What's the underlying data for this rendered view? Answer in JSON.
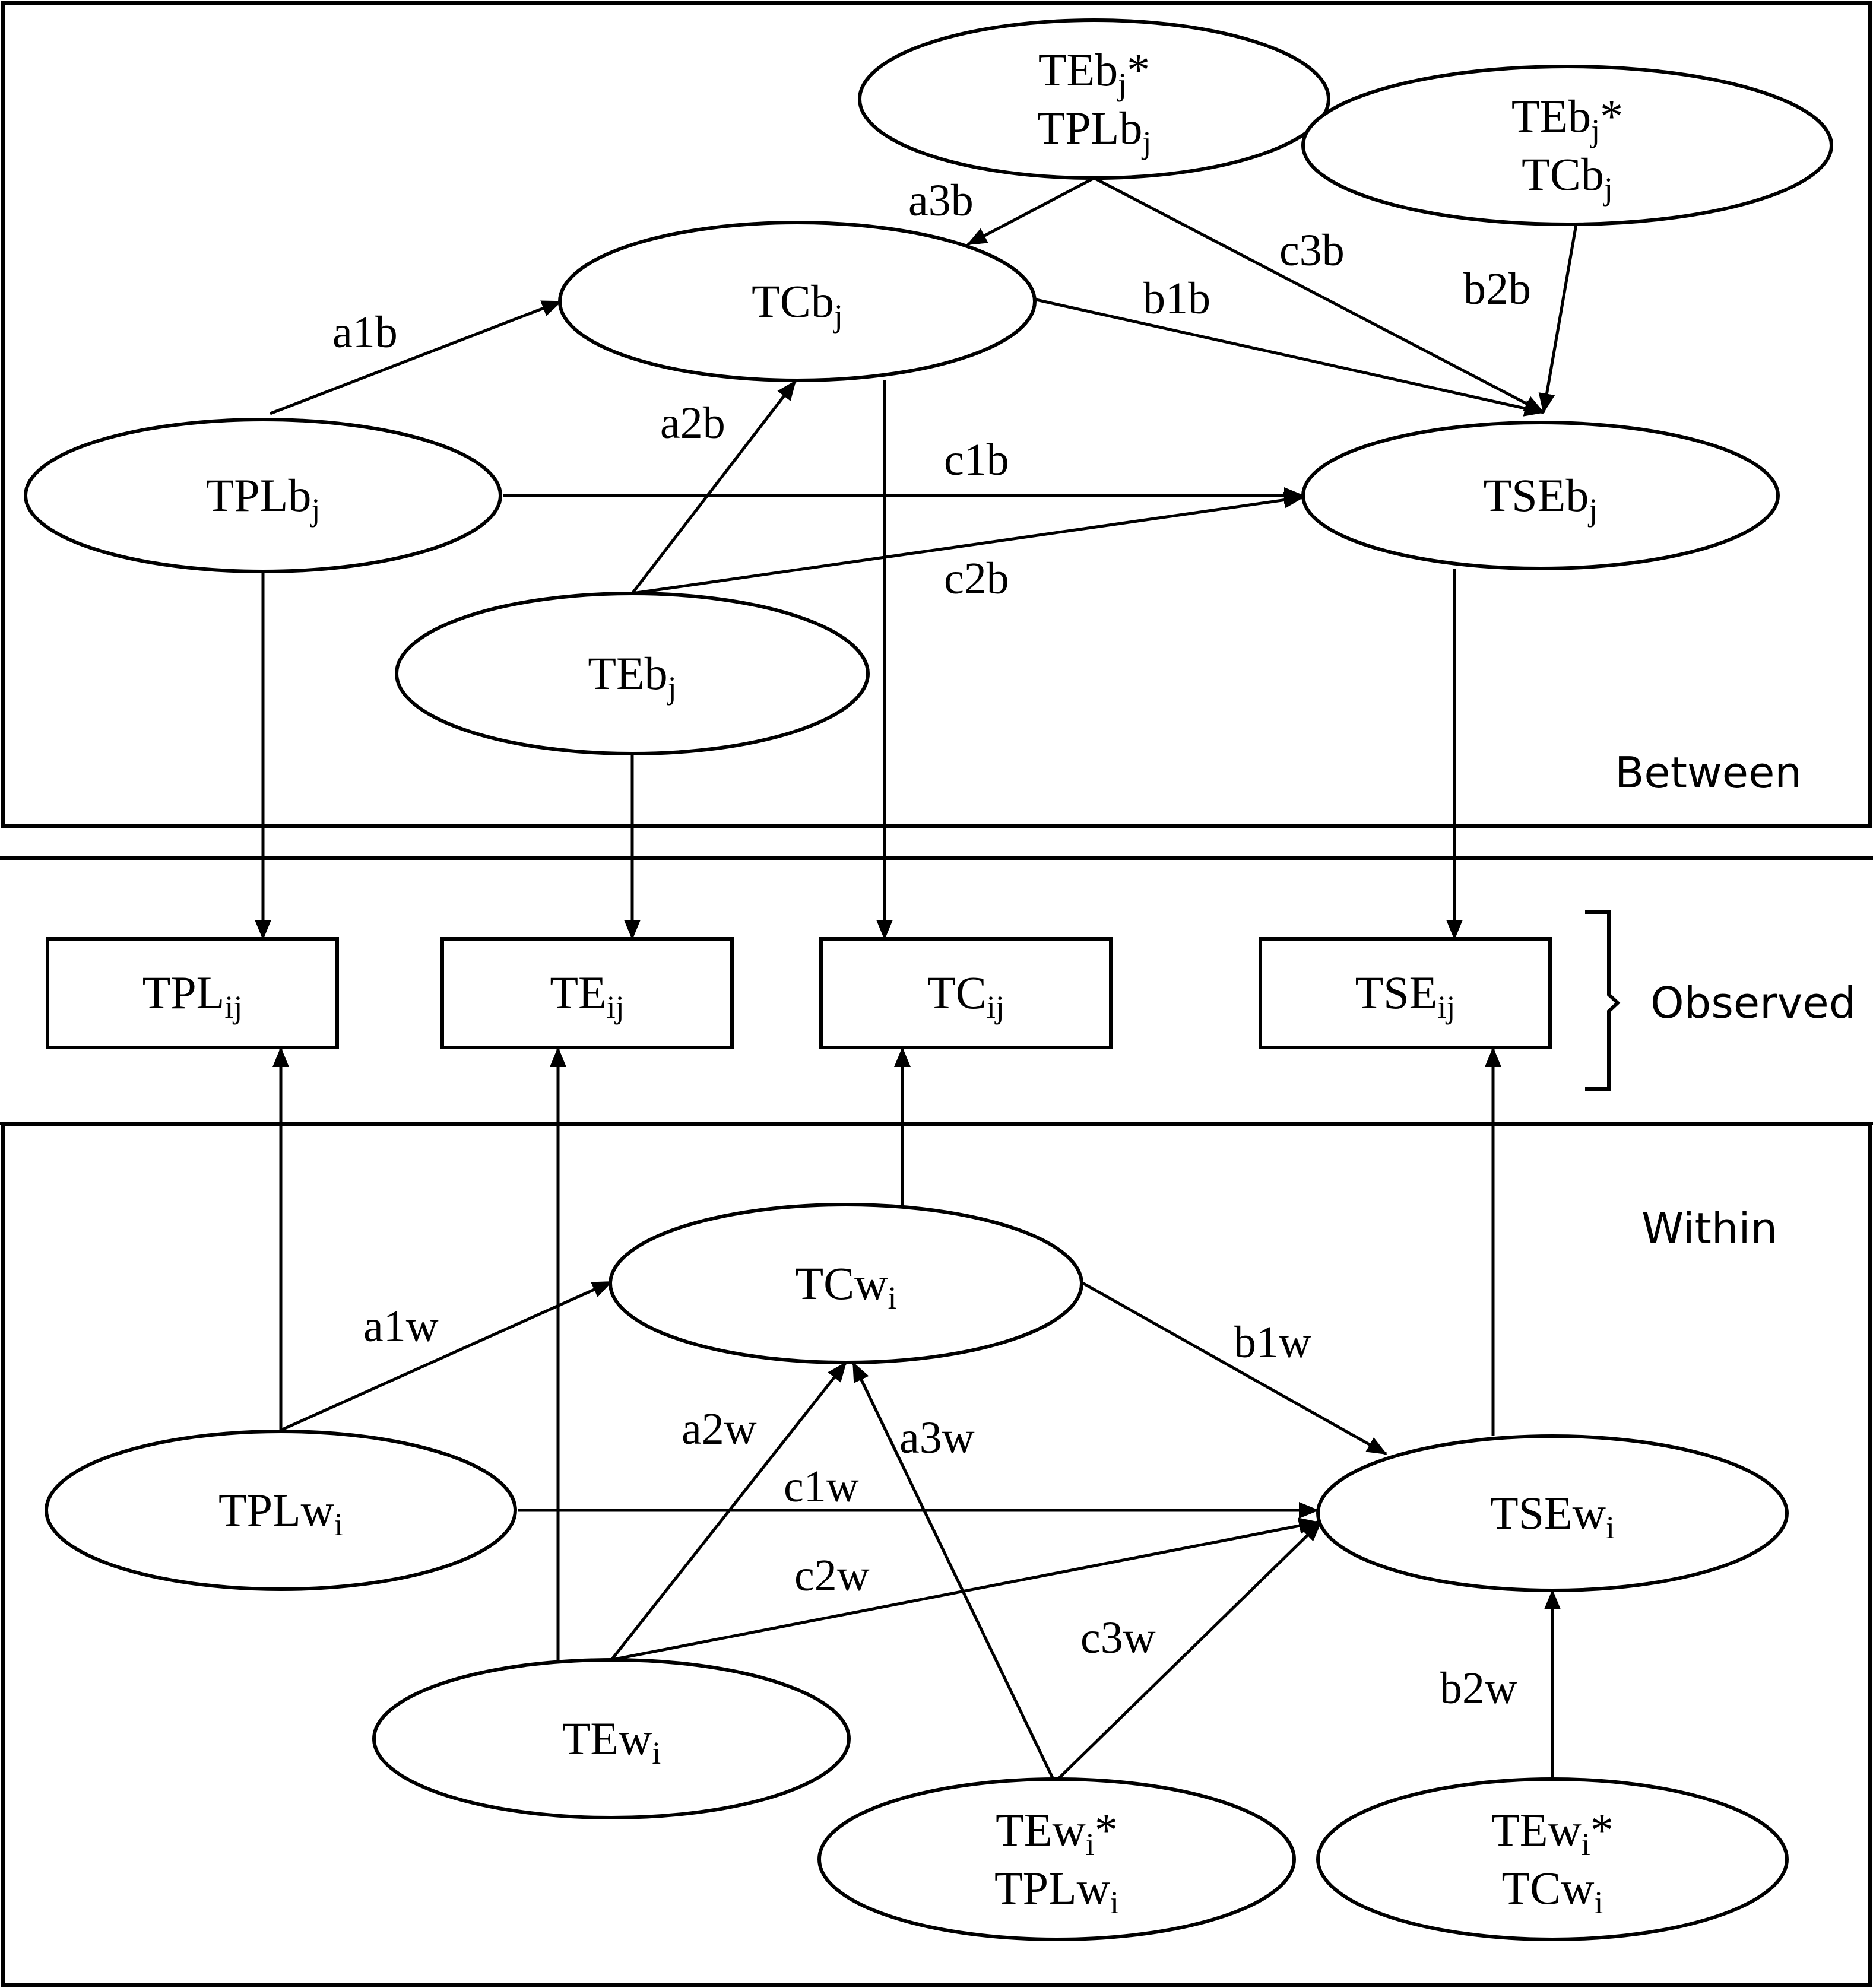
{
  "panels": {
    "between": "Between",
    "within": "Within",
    "observed": "Observed"
  },
  "nodes": {
    "teb_tplb": [
      {
        "base": "TEb",
        "sub": "j",
        "suffix": "*"
      },
      {
        "base": "TPLb",
        "sub": "j",
        "suffix": ""
      }
    ],
    "teb_tcb": [
      {
        "base": "TEb",
        "sub": "j",
        "suffix": "*"
      },
      {
        "base": "TCb",
        "sub": "j",
        "suffix": ""
      }
    ],
    "tcb": [
      {
        "base": "TCb",
        "sub": "j",
        "suffix": ""
      }
    ],
    "tplb": [
      {
        "base": "TPLb",
        "sub": "j",
        "suffix": ""
      }
    ],
    "tseb": [
      {
        "base": "TSEb",
        "sub": "j",
        "suffix": ""
      }
    ],
    "teb": [
      {
        "base": "TEb",
        "sub": "j",
        "suffix": ""
      }
    ],
    "tpl_obs": [
      {
        "base": "TPL",
        "sub": "ij",
        "suffix": ""
      }
    ],
    "te_obs": [
      {
        "base": "TE",
        "sub": "ij",
        "suffix": ""
      }
    ],
    "tc_obs": [
      {
        "base": "TC",
        "sub": "ij",
        "suffix": ""
      }
    ],
    "tse_obs": [
      {
        "base": "TSE",
        "sub": "ij",
        "suffix": ""
      }
    ],
    "tcw": [
      {
        "base": "TCw",
        "sub": "i",
        "suffix": ""
      }
    ],
    "tplw": [
      {
        "base": "TPLw",
        "sub": "i",
        "suffix": ""
      }
    ],
    "tsew": [
      {
        "base": "TSEw",
        "sub": "i",
        "suffix": ""
      }
    ],
    "tew": [
      {
        "base": "TEw",
        "sub": "i",
        "suffix": ""
      }
    ],
    "tew_tplw": [
      {
        "base": "TEw",
        "sub": "i",
        "suffix": "*"
      },
      {
        "base": "TPLw",
        "sub": "i",
        "suffix": ""
      }
    ],
    "tew_tcw": [
      {
        "base": "TEw",
        "sub": "i",
        "suffix": "*"
      },
      {
        "base": "TCw",
        "sub": "i",
        "suffix": ""
      }
    ]
  },
  "edges": {
    "a1b": "a1b",
    "a2b": "a2b",
    "a3b": "a3b",
    "b1b": "b1b",
    "b2b": "b2b",
    "c1b": "c1b",
    "c2b": "c2b",
    "c3b": "c3b",
    "a1w": "a1w",
    "a2w": "a2w",
    "a3w": "a3w",
    "b1w": "b1w",
    "b2w": "b2w",
    "c1w": "c1w",
    "c2w": "c2w",
    "c3w": "c3w"
  }
}
